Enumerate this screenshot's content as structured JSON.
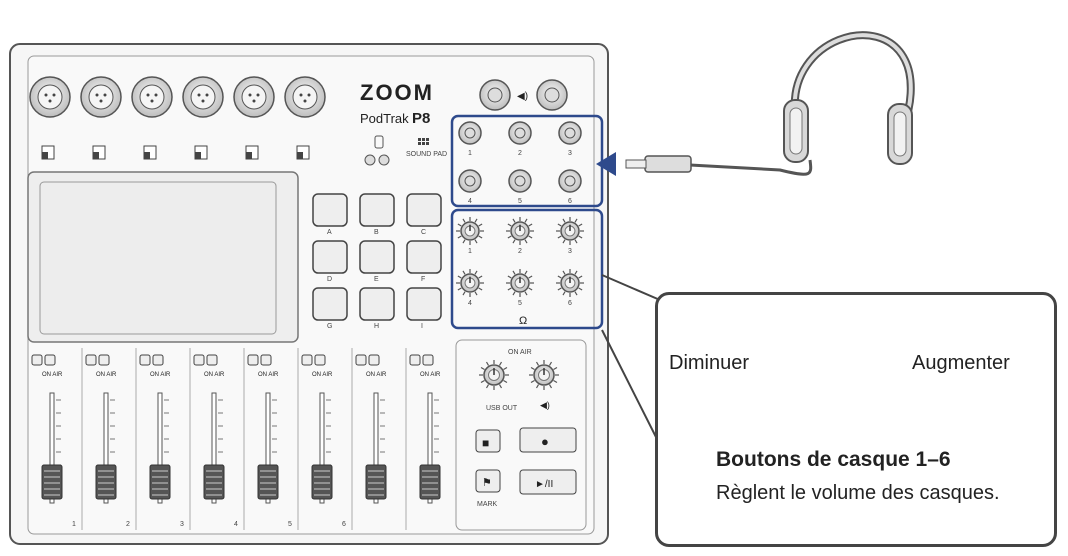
{
  "device": {
    "brand": "ZOOM",
    "model_prefix": "PodTrak",
    "model_suffix": "P8",
    "sound_pad_label": "SOUND PAD",
    "pad_letters": [
      "A",
      "B",
      "C",
      "D",
      "E",
      "F",
      "G",
      "H",
      "I"
    ],
    "headphone_jack_numbers": [
      "1",
      "2",
      "3",
      "4",
      "5",
      "6"
    ],
    "headphone_knob_numbers": [
      "1",
      "2",
      "3",
      "4",
      "5",
      "6"
    ],
    "channel_numbers": [
      "1",
      "2",
      "3",
      "4",
      "5",
      "6"
    ],
    "on_air_label": "ON AIR",
    "usb_out_label": "USB OUT",
    "mark_label": "MARK",
    "record_symbol": "●",
    "stop_symbol": "■",
    "play_pause_symbol": "►/II",
    "mark_symbol": "⚑"
  },
  "callout": {
    "decrease_label": "Diminuer",
    "increase_label": "Augmenter",
    "title": "Boutons de casque 1–6",
    "description": "Règlent le volume des casques."
  },
  "colors": {
    "highlight_blue": "#2e4a8c",
    "outline": "#444444",
    "panel_fill": "#f2f2f2"
  }
}
